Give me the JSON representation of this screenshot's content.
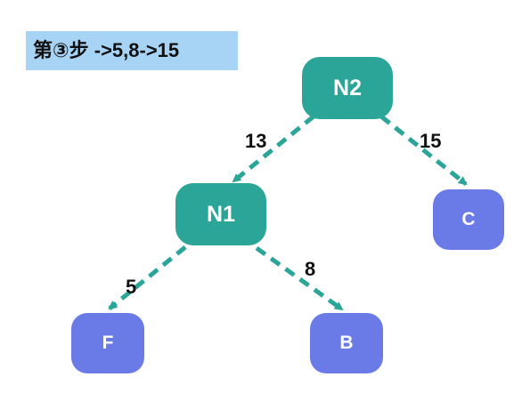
{
  "step_label": "第③步 ->5,8->15",
  "colors": {
    "step_label_background": "#a7d3f5",
    "internal_node": "#2aa597",
    "leaf_node": "#6a7be8",
    "edge": "#2aa597"
  },
  "nodes": {
    "n2": "N2",
    "n1": "N1",
    "c": "C",
    "f": "F",
    "b": "B"
  },
  "edges": {
    "n2_n1": "13",
    "n2_c": "15",
    "n1_f": "5",
    "n1_b": "8"
  }
}
